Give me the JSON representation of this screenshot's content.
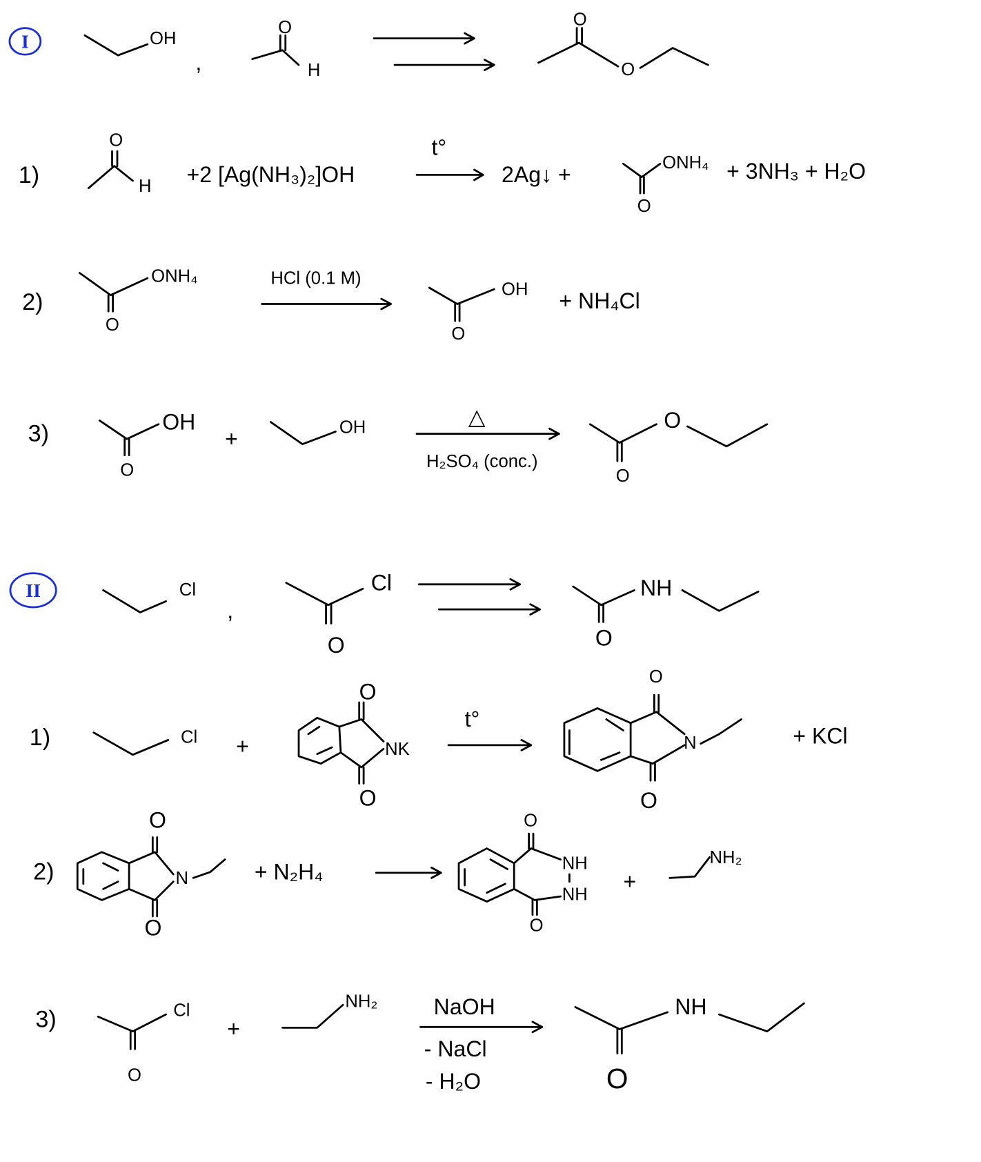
{
  "section1": {
    "label": "I",
    "start_oh": "OH",
    "start_comma": ",",
    "start_ald_o": "O",
    "start_ald_h": "H",
    "target_o_top": "O",
    "target_o": "O",
    "step1": {
      "num": "1)",
      "o": "O",
      "h": "H",
      "reagent": "+2 [Ag(NH₃)₂]OH",
      "cond": "t°",
      "prod1": "2Ag↓ +",
      "onh4": "ONH₄",
      "o2": "O",
      "rest": "+ 3NH₃ + H₂O"
    },
    "step2": {
      "num": "2)",
      "onh4": "ONH₄",
      "o": "O",
      "cond": "HCl (0.1 M)",
      "oh": "OH",
      "o2": "O",
      "rest": "+  NH₄Cl"
    },
    "step3": {
      "num": "3)",
      "oh": "OH",
      "o": "O",
      "plus": "+",
      "oh2": "OH",
      "cond_top": "△",
      "cond_bottom": "H₂SO₄ (conc.)",
      "o_ester": "O",
      "o2": "O"
    }
  },
  "section2": {
    "label": "II",
    "start_cl": "Cl",
    "start_comma": ",",
    "start_cl2": "Cl",
    "start_o": "O",
    "target_nh": "NH",
    "target_o": "O",
    "step1": {
      "num": "1)",
      "cl": "Cl",
      "plus": "+",
      "o_top": "O",
      "nk": "NK",
      "o_bot": "O",
      "cond": "t°",
      "p_o_top": "O",
      "n": "N",
      "p_o_bot": "O",
      "rest": "+ KCl"
    },
    "step2": {
      "num": "2)",
      "o_top": "O",
      "n": "N",
      "o_bot": "O",
      "reagent": "+  N₂H₄",
      "p_o_top": "O",
      "nh1": "NH",
      "nh2": "NH",
      "p_o_bot": "O",
      "plus": "+",
      "nh2_amine": "NH₂"
    },
    "step3": {
      "num": "3)",
      "cl": "Cl",
      "o": "O",
      "plus": "+",
      "nh2": "NH₂",
      "cond_top": "NaOH",
      "cond_b1": "- NaCl",
      "cond_b2": "- H₂O",
      "nh": "NH",
      "o2": "O"
    }
  }
}
